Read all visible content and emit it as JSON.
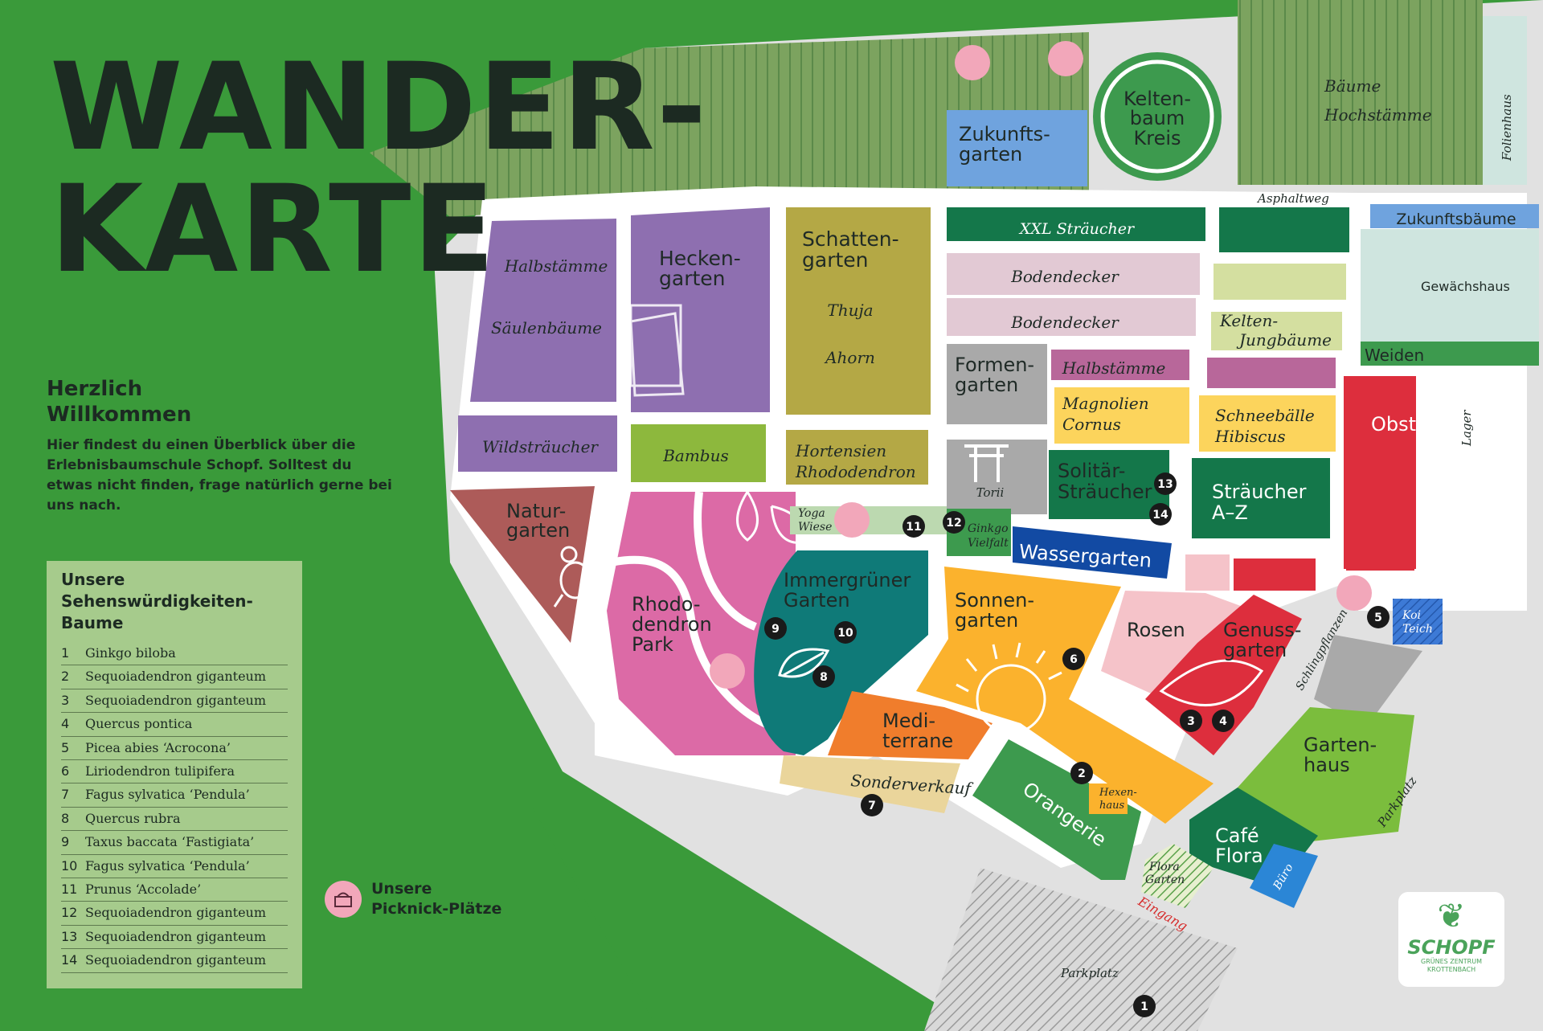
{
  "title": {
    "line1": "WANDER-",
    "line2": "KARTE"
  },
  "welcome": {
    "heading_line1": "Herzlich",
    "heading_line2": "Willkommen",
    "body": "Hier findest du einen Überblick über die Erlebnisbaumschule Schopf. Solltest du etwas nicht finden, frage natürlich gerne bei uns nach."
  },
  "sights": {
    "heading": "Unsere Sehenswürdigkeiten-Baume",
    "items": [
      {
        "n": "1",
        "name": "Ginkgo biloba"
      },
      {
        "n": "2",
        "name": "Sequoiadendron giganteum"
      },
      {
        "n": "3",
        "name": "Sequoiadendron giganteum"
      },
      {
        "n": "4",
        "name": "Quercus pontica"
      },
      {
        "n": "5",
        "name": "Picea abies ‘Acrocona’"
      },
      {
        "n": "6",
        "name": "Liriodendron tulipifera"
      },
      {
        "n": "7",
        "name": "Fagus sylvatica ‘Pendula’"
      },
      {
        "n": "8",
        "name": "Quercus rubra"
      },
      {
        "n": "9",
        "name": "Taxus baccata ‘Fastigiata’"
      },
      {
        "n": "10",
        "name": "Fagus sylvatica ‘Pendula’"
      },
      {
        "n": "11",
        "name": "Prunus ‘Accolade’"
      },
      {
        "n": "12",
        "name": "Sequoiadendron giganteum"
      },
      {
        "n": "13",
        "name": "Sequoiadendron giganteum"
      },
      {
        "n": "14",
        "name": "Sequoiadendron giganteum"
      }
    ]
  },
  "picnic_legend": {
    "line1": "Unsere",
    "line2": "Picknick-Plätze"
  },
  "logo": {
    "brand": "SCHOPF",
    "sub1": "GRÜNES ZENTRUM",
    "sub2": "KROTTENBACH"
  },
  "colors": {
    "background": "#3a9a3a",
    "path": "#ffffff",
    "ground": "#e1e1e1",
    "purple": "#8e6fb0",
    "olive": "#b4a845",
    "darkgreen": "#14774a",
    "pink": "#dc6aa6",
    "teal": "#0f7a78",
    "orange": "#fbb22d",
    "red": "#dd2e3d",
    "picnic": "#f2a7ba"
  },
  "areas": {
    "halbstaemme_left": "Halbstämme",
    "saeulenbaeume": "Säulenbäume",
    "hecken1": "Hecken-",
    "hecken2": "garten",
    "schatten1": "Schatten-",
    "schatten2": "garten",
    "thuja": "Thuja",
    "ahorn": "Ahorn",
    "xxl": "XXL Sträucher",
    "bodendecker1": "Bodendecker",
    "bodendecker2": "Bodendecker",
    "kelten_jung1": "Kelten-",
    "kelten_jung2": "Jungbäume",
    "zukunft1": "Zukunfts-",
    "zukunft2": "garten",
    "keltenbaum1": "Kelten-",
    "keltenbaum2": "baum",
    "keltenbaum3": "Kreis",
    "baeume": "Bäume",
    "hochstaemme": "Hochstämme",
    "folienhaus": "Folienhaus",
    "asphaltweg": "Asphaltweg",
    "zukunftsbaeume": "Zukunftsbäume",
    "gewaechshaus": "Gewächshaus",
    "weiden": "Weiden",
    "formen1": "Formen-",
    "formen2": "garten",
    "halbstaemme_mid": "Halbstämme",
    "magnolien": "Magnolien",
    "cornus": "Cornus",
    "schneebaelle": "Schneebälle",
    "hibiscus": "Hibiscus",
    "obst": "Obst",
    "lager": "Lager",
    "wildstraeucher": "Wildsträucher",
    "bambus": "Bambus",
    "hortensien": "Hortensien",
    "rhododendron_small": "Rhododendron",
    "torii": "Torii",
    "solitaer1": "Solitär-",
    "solitaer2": "Sträucher",
    "straeucher1": "Sträucher",
    "straeucher2": "A–Z",
    "natur1": "Natur-",
    "natur2": "garten",
    "yoga1": "Yoga",
    "yoga2": "Wiese",
    "ginkgo1": "Ginkgo",
    "ginkgo2": "Vielfalt",
    "wassergarten": "Wassergarten",
    "rhodo1": "Rhodo-",
    "rhodo2": "dendron",
    "rhodo3": "Park",
    "immer1": "Immergrüner",
    "immer2": "Garten",
    "sonnen1": "Sonnen-",
    "sonnen2": "garten",
    "rosen": "Rosen",
    "genuss1": "Genuss-",
    "genuss2": "garten",
    "koi1": "Koi",
    "koi2": "Teich",
    "schlingpflanzen": "Schlingpflanzen",
    "medi1": "Medi-",
    "medi2": "terrane",
    "sonderverkauf": "Sonderverkauf",
    "hexen1": "Hexen-",
    "hexen2": "haus",
    "orangerie": "Orangerie",
    "gartenhaus1": "Garten-",
    "gartenhaus2": "haus",
    "parkplatz_right": "Parkplatz",
    "cafe1": "Café",
    "cafe2": "Flora",
    "buero": "Büro",
    "flora1": "Flora",
    "flora2": "Garten",
    "eingang": "Eingang",
    "parkplatz_bottom": "Parkplatz"
  },
  "markers": [
    "1",
    "2",
    "3",
    "4",
    "5",
    "6",
    "7",
    "8",
    "9",
    "10",
    "11",
    "12",
    "13",
    "14"
  ]
}
